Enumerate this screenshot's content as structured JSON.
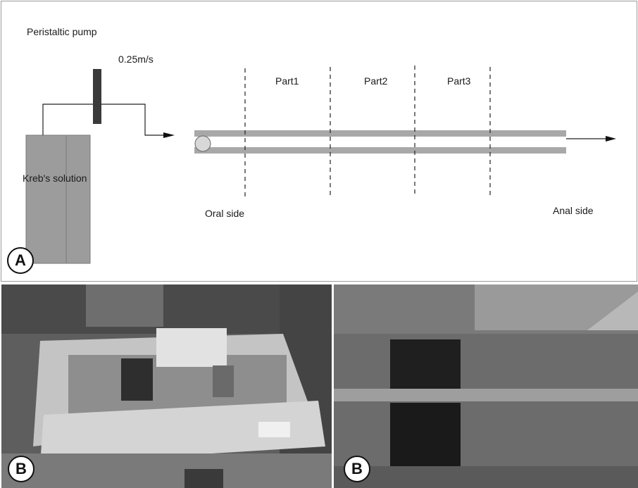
{
  "panel_a": {
    "pump_label": "Peristaltic pump",
    "flow_rate": "0.25m/s",
    "reservoir_label": "Kreb's solution",
    "parts": [
      "Part1",
      "Part2",
      "Part3"
    ],
    "oral_side": "Oral side",
    "anal_side": "Anal side",
    "badge": "A"
  },
  "panel_b_left": {
    "badge": "B"
  },
  "panel_b_right": {
    "badge": "B"
  },
  "colors": {
    "tube": "#a8a8a8",
    "pump": "#3a3a3a",
    "reservoir": "#9c9c9c",
    "bead": "#d8d8d8"
  }
}
